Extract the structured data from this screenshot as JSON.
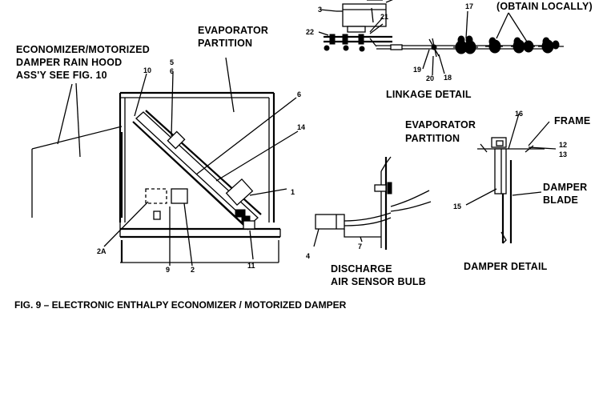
{
  "labels": {
    "obtain_locally": "(OBTAIN LOCALLY)",
    "economizer_line1": "ECONOMIZER/MOTORIZED",
    "economizer_line2": "DAMPER RAIN HOOD",
    "economizer_line3": "ASS'Y SEE FIG. 10",
    "evap_partition_main_1": "EVAPORATOR",
    "evap_partition_main_2": "PARTITION",
    "linkage_detail": "LINKAGE DETAIL",
    "evap_partition_detail_1": "EVAPORATOR",
    "evap_partition_detail_2": "PARTITION",
    "frame": "FRAME",
    "damper_1": "DAMPER",
    "damper_2": "BLADE",
    "discharge_1": "DISCHARGE",
    "discharge_2": "AIR SENSOR BULB",
    "damper_detail": "DAMPER DETAIL",
    "figure_caption": "FIG. 9 – ELECTRONIC ENTHALPY ECONOMIZER / MOTORIZED DAMPER"
  },
  "callouts": {
    "n1": "1",
    "n2": "2",
    "n2a": "2A",
    "n3": "3",
    "n4": "4",
    "n5": "5",
    "n6": "6",
    "n6b": "6",
    "n7": "7",
    "n9": "9",
    "n10": "10",
    "n11": "11",
    "n12": "12",
    "n13": "13",
    "n14": "14",
    "n15": "15",
    "n16": "16",
    "n17": "17",
    "n18": "18",
    "n19": "19",
    "n20": "20",
    "n21": "21",
    "n22": "22"
  }
}
